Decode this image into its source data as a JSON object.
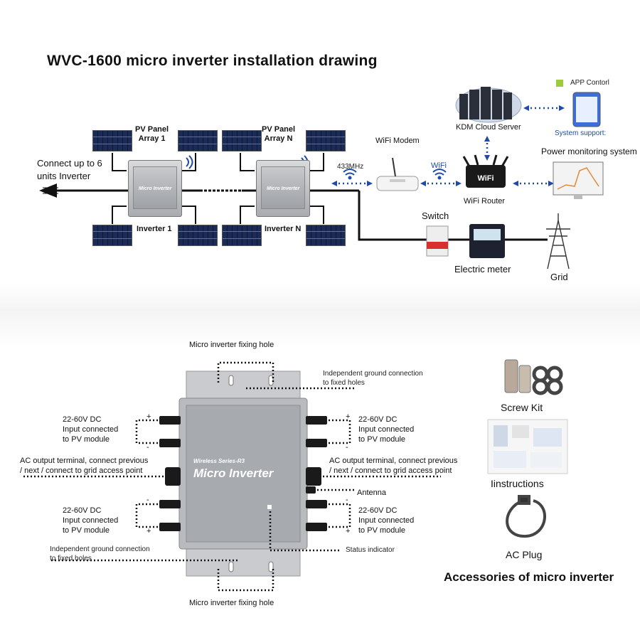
{
  "title": "WVC-1600 micro inverter installation drawing",
  "top": {
    "pv_array_1": "PV Panel\nArray 1",
    "pv_array_n": "PV Panel\nArray N",
    "inverter_1": "Inverter 1",
    "inverter_n": "Inverter N",
    "connect_note": "Connect up to 6\nunits Inverter",
    "freq_433": "433MHz",
    "wifi_modem": "WiFi Modem",
    "wifi": "WiFi",
    "wifi_router": "WiFi Router",
    "kdm_cloud": "KDM Cloud Server",
    "app_control": "APP Contorl",
    "system_support": "System support:",
    "power_monitoring": "Power monitoring system",
    "switch": "Switch",
    "electric_meter": "Electric meter",
    "grid": "Grid",
    "micro_inverter_small": "Micro Inverter"
  },
  "bottom": {
    "fixing_hole_top": "Micro inverter fixing hole",
    "fixing_hole_bottom": "Micro inverter fixing hole",
    "ground_top": "Independent ground connection\nto fixed holes",
    "ground_bottom": "Independent ground connection\nto fixed holes",
    "dc_in_tl": "22-60V DC\nInput connected\nto PV module",
    "dc_in_tr": "22-60V DC\nInput connected\nto PV module",
    "dc_in_bl": "22-60V DC\nInput connected\nto PV module",
    "dc_in_br": "22-60V DC\nInput connected\nto PV module",
    "ac_left": "AC output terminal, connect previous\n/ next / connect to grid access point",
    "ac_right": "AC output terminal, connect previous\n/ next / connect to grid access point",
    "antenna": "Antenna",
    "status_indicator": "Status indicator",
    "series": "Wireless Series-R3",
    "product": "Micro Inverter",
    "plus": "+",
    "minus": "-"
  },
  "accessories": {
    "screw_kit": "Screw Kit",
    "instructions": "Iinstructions",
    "ac_plug": "AC Plug",
    "heading": "Accessories of micro inverter"
  },
  "colors": {
    "wifi_blue": "#1f4aa8",
    "panel_dark": "#1b2b55",
    "wire": "#111111",
    "switch_red": "#d9302b"
  }
}
